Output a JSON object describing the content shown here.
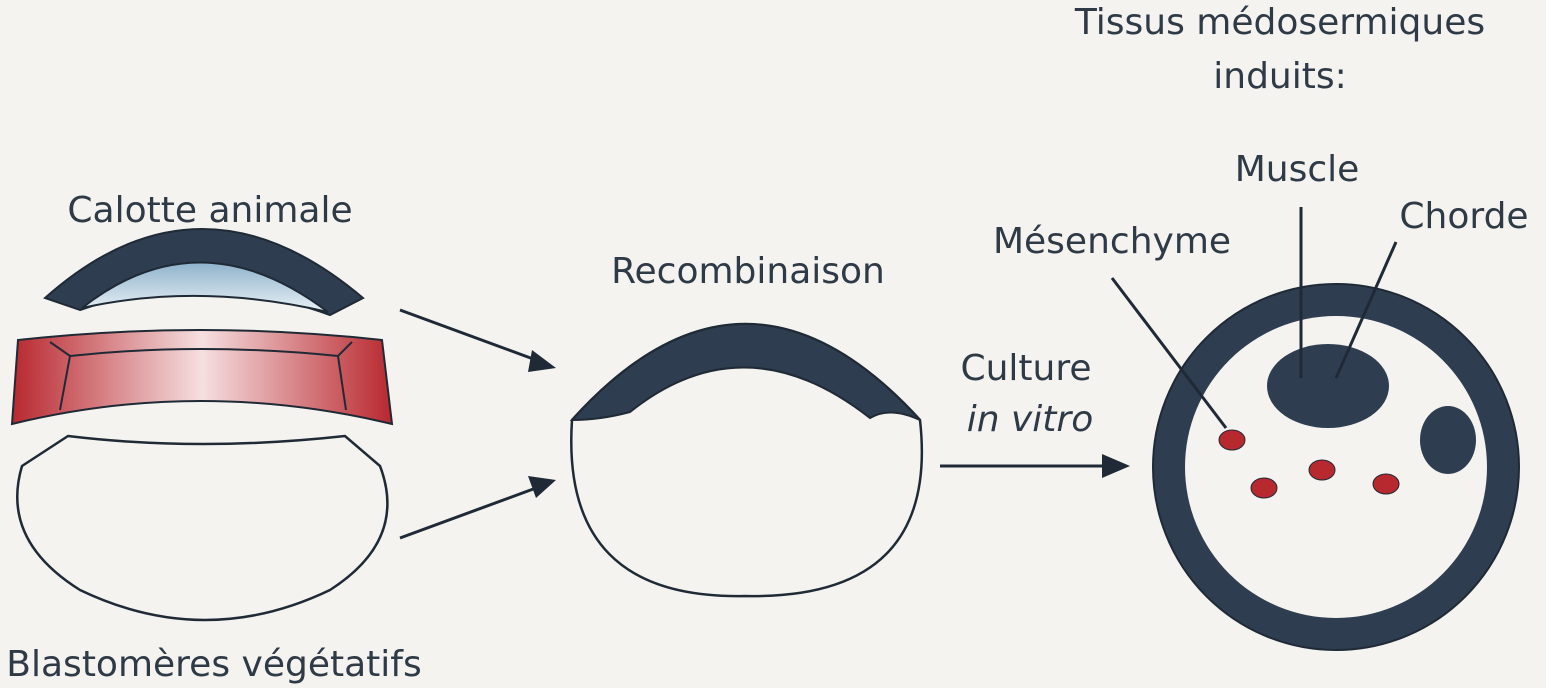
{
  "labels": {
    "animal_cap": "Calotte animale",
    "vegetal_blastomeres": "Blastomères végétatifs",
    "recombination": "Recombinaison",
    "culture_line1": "Culture",
    "culture_line2": "in vitro",
    "induced_title_line1": "Tissus médosermiques",
    "induced_title_line2": "induits:",
    "muscle": "Muscle",
    "chorde": "Chorde",
    "mesenchyme": "Mésenchyme"
  },
  "colors": {
    "background": "#f4f3ef",
    "dark_tissue": "#2e3d50",
    "red_tissue": "#b8282f",
    "light_blue_blastocoel": "#a9c6da",
    "outline": "#1f2a36",
    "text": "#2f3a47"
  }
}
